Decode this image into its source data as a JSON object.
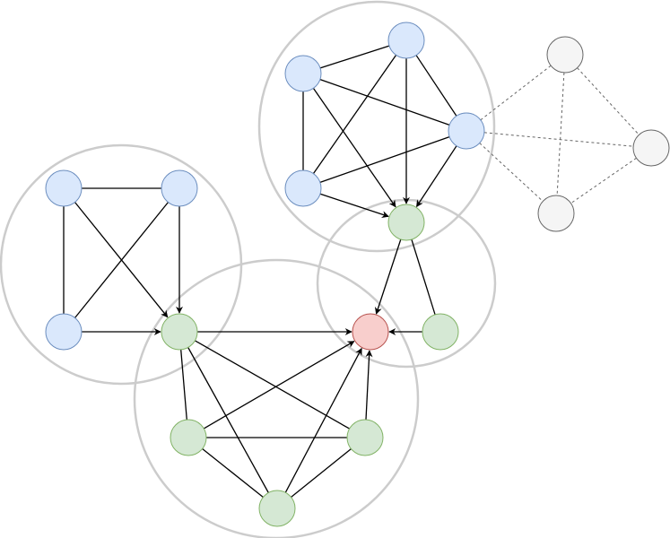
{
  "colors": {
    "background": "#ffffff",
    "cluster_stroke": "#cccccc",
    "edge": "#000000",
    "dashed_edge": "#666666",
    "blue_fill": "#dae8fc",
    "blue_stroke": "#6c8ebf",
    "green_fill": "#d5e8d4",
    "green_stroke": "#82b366",
    "red_fill": "#f8cecc",
    "red_stroke": "#b85450",
    "gray_fill": "#f5f5f5",
    "gray_stroke": "#666666"
  },
  "nodes": [
    {
      "id": "A1",
      "type": "blue"
    },
    {
      "id": "A2",
      "type": "blue"
    },
    {
      "id": "A3",
      "type": "blue"
    },
    {
      "id": "A4",
      "type": "blue"
    },
    {
      "id": "B1",
      "type": "blue"
    },
    {
      "id": "B2",
      "type": "blue"
    },
    {
      "id": "B3",
      "type": "blue"
    },
    {
      "id": "B4",
      "type": "blue"
    },
    {
      "id": "G1",
      "type": "green"
    },
    {
      "id": "G2",
      "type": "green"
    },
    {
      "id": "G3",
      "type": "green"
    },
    {
      "id": "G4",
      "type": "green"
    },
    {
      "id": "G5",
      "type": "green"
    },
    {
      "id": "G6",
      "type": "green"
    },
    {
      "id": "R",
      "type": "red"
    },
    {
      "id": "X1",
      "type": "gray"
    },
    {
      "id": "X2",
      "type": "gray"
    },
    {
      "id": "X3",
      "type": "gray"
    }
  ],
  "edges": [
    {
      "from": "A1",
      "to": "A2",
      "style": "solid",
      "arrow": false
    },
    {
      "from": "A1",
      "to": "A3",
      "style": "solid",
      "arrow": false
    },
    {
      "from": "A1",
      "to": "G1",
      "style": "solid",
      "arrow": true
    },
    {
      "from": "A2",
      "to": "A3",
      "style": "solid",
      "arrow": false
    },
    {
      "from": "A2",
      "to": "G1",
      "style": "solid",
      "arrow": true
    },
    {
      "from": "A3",
      "to": "G1",
      "style": "solid",
      "arrow": true
    },
    {
      "from": "G1",
      "to": "R",
      "style": "solid",
      "arrow": true
    },
    {
      "from": "G1",
      "to": "G3",
      "style": "solid",
      "arrow": false
    },
    {
      "from": "G1",
      "to": "G4",
      "style": "solid",
      "arrow": false
    },
    {
      "from": "G1",
      "to": "G5",
      "style": "solid",
      "arrow": false
    },
    {
      "from": "G3",
      "to": "G4",
      "style": "solid",
      "arrow": false
    },
    {
      "from": "G3",
      "to": "G5",
      "style": "solid",
      "arrow": false
    },
    {
      "from": "G4",
      "to": "G5",
      "style": "solid",
      "arrow": false
    },
    {
      "from": "G3",
      "to": "R",
      "style": "solid",
      "arrow": true
    },
    {
      "from": "G4",
      "to": "R",
      "style": "solid",
      "arrow": true
    },
    {
      "from": "G5",
      "to": "R",
      "style": "solid",
      "arrow": true
    },
    {
      "from": "G2",
      "to": "R",
      "style": "solid",
      "arrow": true
    },
    {
      "from": "G6",
      "to": "R",
      "style": "solid",
      "arrow": true
    },
    {
      "from": "G2",
      "to": "G6",
      "style": "solid",
      "arrow": false
    },
    {
      "from": "B1",
      "to": "B2",
      "style": "solid",
      "arrow": false
    },
    {
      "from": "B1",
      "to": "B3",
      "style": "solid",
      "arrow": false
    },
    {
      "from": "B1",
      "to": "B4",
      "style": "solid",
      "arrow": false
    },
    {
      "from": "B1",
      "to": "G2",
      "style": "solid",
      "arrow": true
    },
    {
      "from": "B2",
      "to": "B3",
      "style": "solid",
      "arrow": false
    },
    {
      "from": "B2",
      "to": "B4",
      "style": "solid",
      "arrow": false
    },
    {
      "from": "B2",
      "to": "G2",
      "style": "solid",
      "arrow": true
    },
    {
      "from": "B3",
      "to": "B4",
      "style": "solid",
      "arrow": false
    },
    {
      "from": "B3",
      "to": "G2",
      "style": "solid",
      "arrow": true
    },
    {
      "from": "B4",
      "to": "G2",
      "style": "solid",
      "arrow": true
    },
    {
      "from": "B3",
      "to": "X1",
      "style": "dashed",
      "arrow": false
    },
    {
      "from": "B3",
      "to": "X2",
      "style": "dashed",
      "arrow": false
    },
    {
      "from": "B3",
      "to": "X3",
      "style": "dashed",
      "arrow": false
    },
    {
      "from": "X1",
      "to": "X2",
      "style": "dashed",
      "arrow": false
    },
    {
      "from": "X1",
      "to": "X3",
      "style": "dashed",
      "arrow": false
    },
    {
      "from": "X2",
      "to": "X3",
      "style": "dashed",
      "arrow": false
    }
  ]
}
